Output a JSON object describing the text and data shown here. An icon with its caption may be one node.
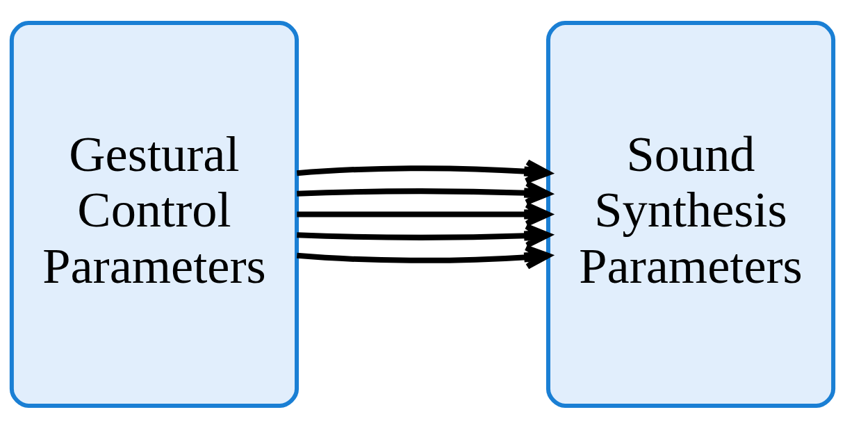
{
  "diagram": {
    "nodes": [
      {
        "text": [
          "Gestural Control Parameters"
        ]
      },
      {
        "text": [
          "Sound Synthesis Parameters"
        ]
      }
    ],
    "edges": [
      {
        "from": 0,
        "to": 1,
        "arrow": "to"
      },
      {
        "from": 0,
        "to": 1,
        "arrow": "to"
      },
      {
        "from": 0,
        "to": 1,
        "arrow": "to"
      },
      {
        "from": 0,
        "to": 1,
        "arrow": "to"
      },
      {
        "from": 0,
        "to": 1,
        "arrow": "to"
      }
    ]
  }
}
